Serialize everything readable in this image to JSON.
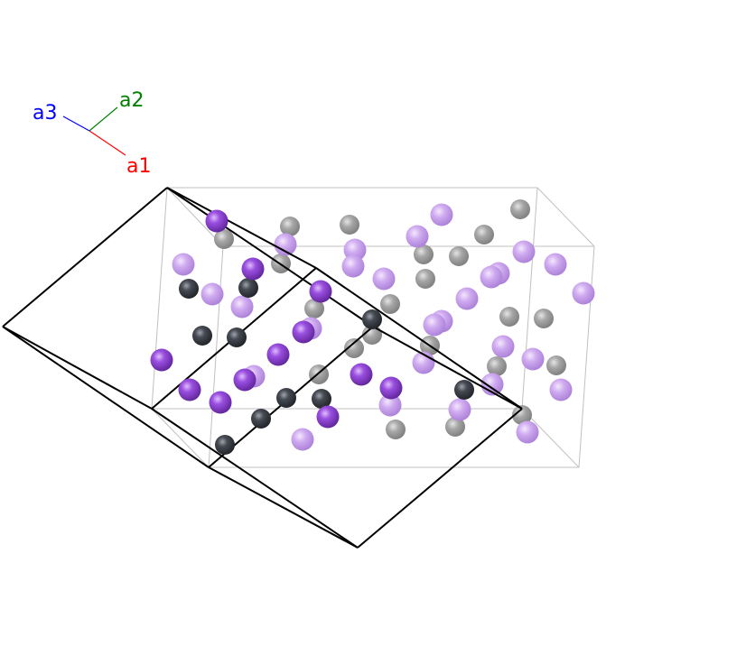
{
  "axes": {
    "a1": {
      "label": "a1",
      "color": "#ff0000"
    },
    "a2": {
      "label": "a2",
      "color": "#008000"
    },
    "a3": {
      "label": "a3",
      "color": "#0000ff"
    }
  },
  "colors": {
    "conventional_cell": "#c0c0c0",
    "primitive_cell": "#000000",
    "species_purple": "#8f40d4",
    "species_dark": "#3c4048",
    "species_purple_faded": "#c9a6ea",
    "species_dark_faded": "#a2a2a2"
  }
}
